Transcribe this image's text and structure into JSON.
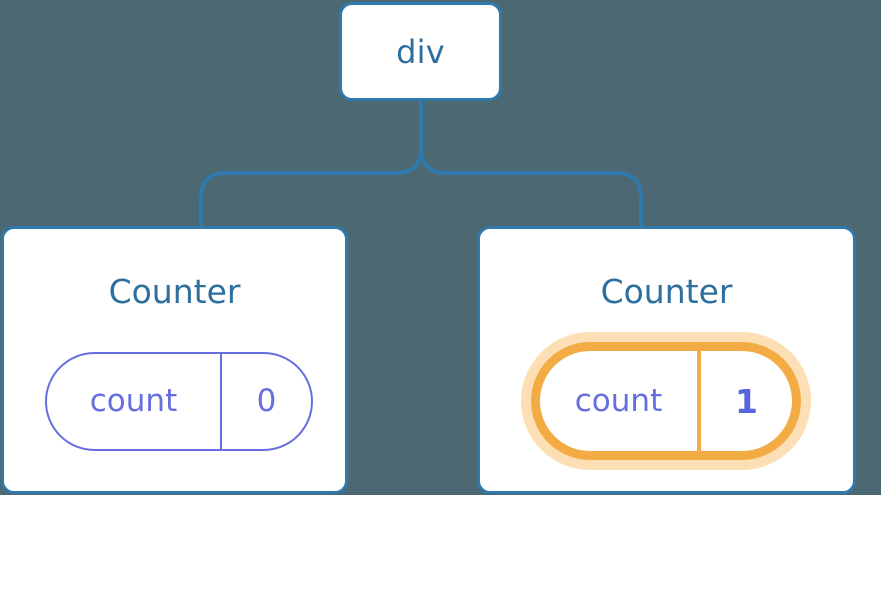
{
  "diagram": {
    "title": "react-component-state-tree",
    "background_color": "#4c6872",
    "node_border_color": "#2f79ad",
    "node_text_color": "#2d6f9e",
    "state_color": "#666fdd",
    "highlight_color": "#f3ab44",
    "highlight_glow_color": "#fcdfb4",
    "root": {
      "label": "div"
    },
    "children": [
      {
        "title": "Counter",
        "state_key": "count",
        "state_value": "0",
        "highlighted": "false"
      },
      {
        "title": "Counter",
        "state_key": "count",
        "state_value": "1",
        "highlighted": "true"
      }
    ],
    "icons": {
      "sparkle_large": "sparkle-icon",
      "sparkle_small": "sparkle-icon",
      "connector": "tree-connector"
    }
  }
}
